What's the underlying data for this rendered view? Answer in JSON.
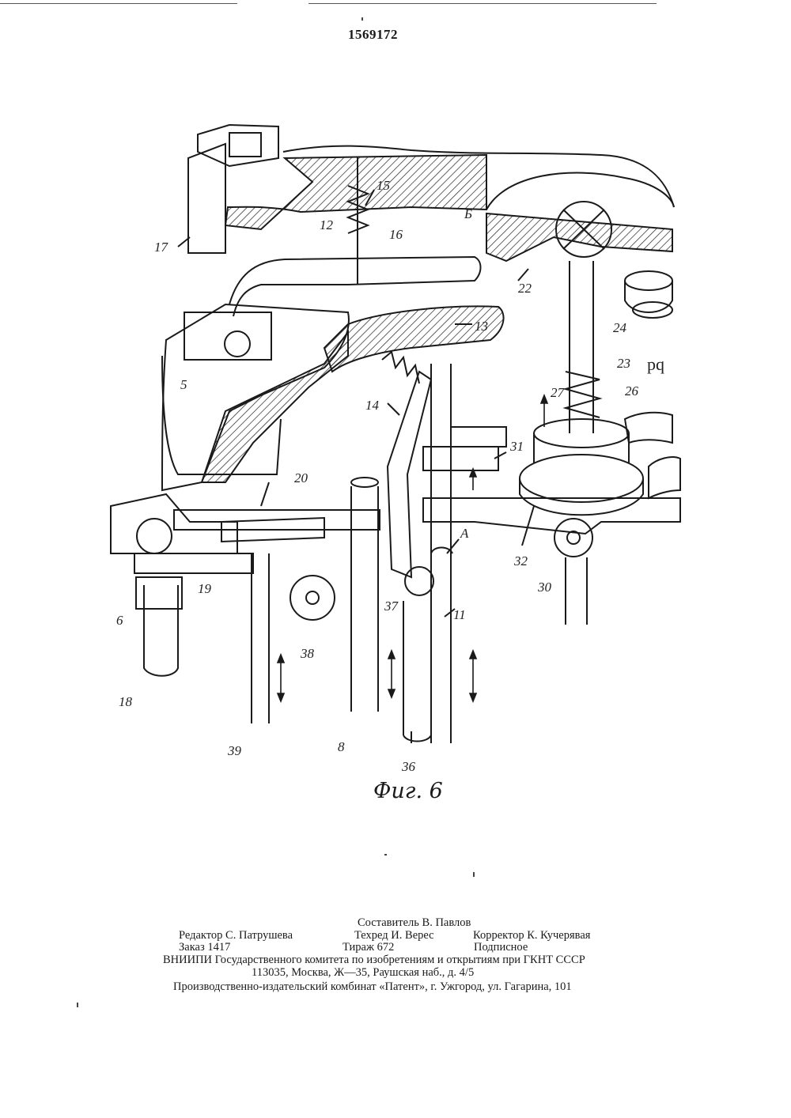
{
  "page": {
    "patent_number": "1569172"
  },
  "figure": {
    "caption": "Фиг. 6",
    "callouts": [
      "15",
      "16",
      "Б",
      "12",
      "17",
      "22",
      "24",
      "23",
      "13",
      "5",
      "14",
      "27",
      "26",
      "31",
      "20",
      "32",
      "30",
      "6",
      "19",
      "A",
      "37",
      "11",
      "38",
      "18",
      "39",
      "8",
      "36"
    ],
    "inset_text": "pq"
  },
  "colophon": {
    "compiler": "Составитель В. Павлов",
    "editor": "Редактор С. Патрушева",
    "techred": "Техред И. Верес",
    "corrector": "Корректор К. Кучерявая",
    "order": "Заказ 1417",
    "circulation": "Тираж 672",
    "subscription": "Подписное",
    "institute": "ВНИИПИ Государственного комитета по изобретениям и открытиям при ГКНТ СССР",
    "address": "113035, Москва, Ж—35, Раушская наб., д. 4/5",
    "publisher": "Производственно-издательский комбинат «Патент», г. Ужгород, ул. Гагарина, 101"
  }
}
